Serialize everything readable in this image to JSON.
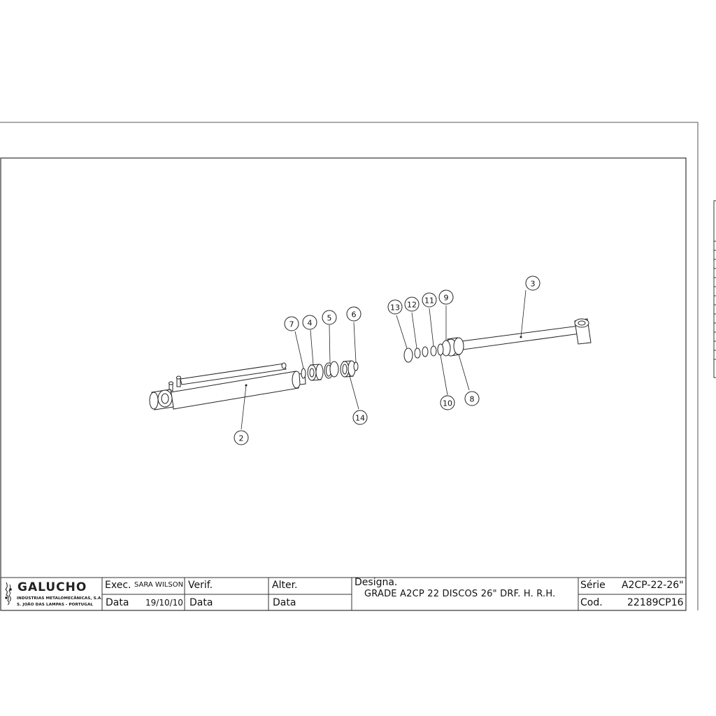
{
  "title_block": {
    "company_name": "GALUCHO",
    "company_line1": "INDÚSTRIAS METALOMECÂNICAS, S.A.",
    "company_line2": "S. JOÃO DAS LAMPAS - PORTUGAL",
    "exec_label": "Exec.",
    "exec_value": "SARA WILSON",
    "data_label": "Data",
    "exec_date": "19/10/10",
    "verif_label": "Verif.",
    "verif_date_label": "Data",
    "alter_label": "Alter.",
    "alter_date_label": "Data",
    "designa_label": "Designa.",
    "designation": "GRADE A2CP 22 DISCOS 26\" DRF. H. R.H.",
    "serie_label": "Série",
    "serie_value": "A2CP-22-26\"",
    "cod_label": "Cod.",
    "cod_value": "22189CP16"
  },
  "callouts": [
    "2",
    "3",
    "4",
    "5",
    "6",
    "7",
    "8",
    "9",
    "10",
    "11",
    "12",
    "13",
    "14"
  ]
}
